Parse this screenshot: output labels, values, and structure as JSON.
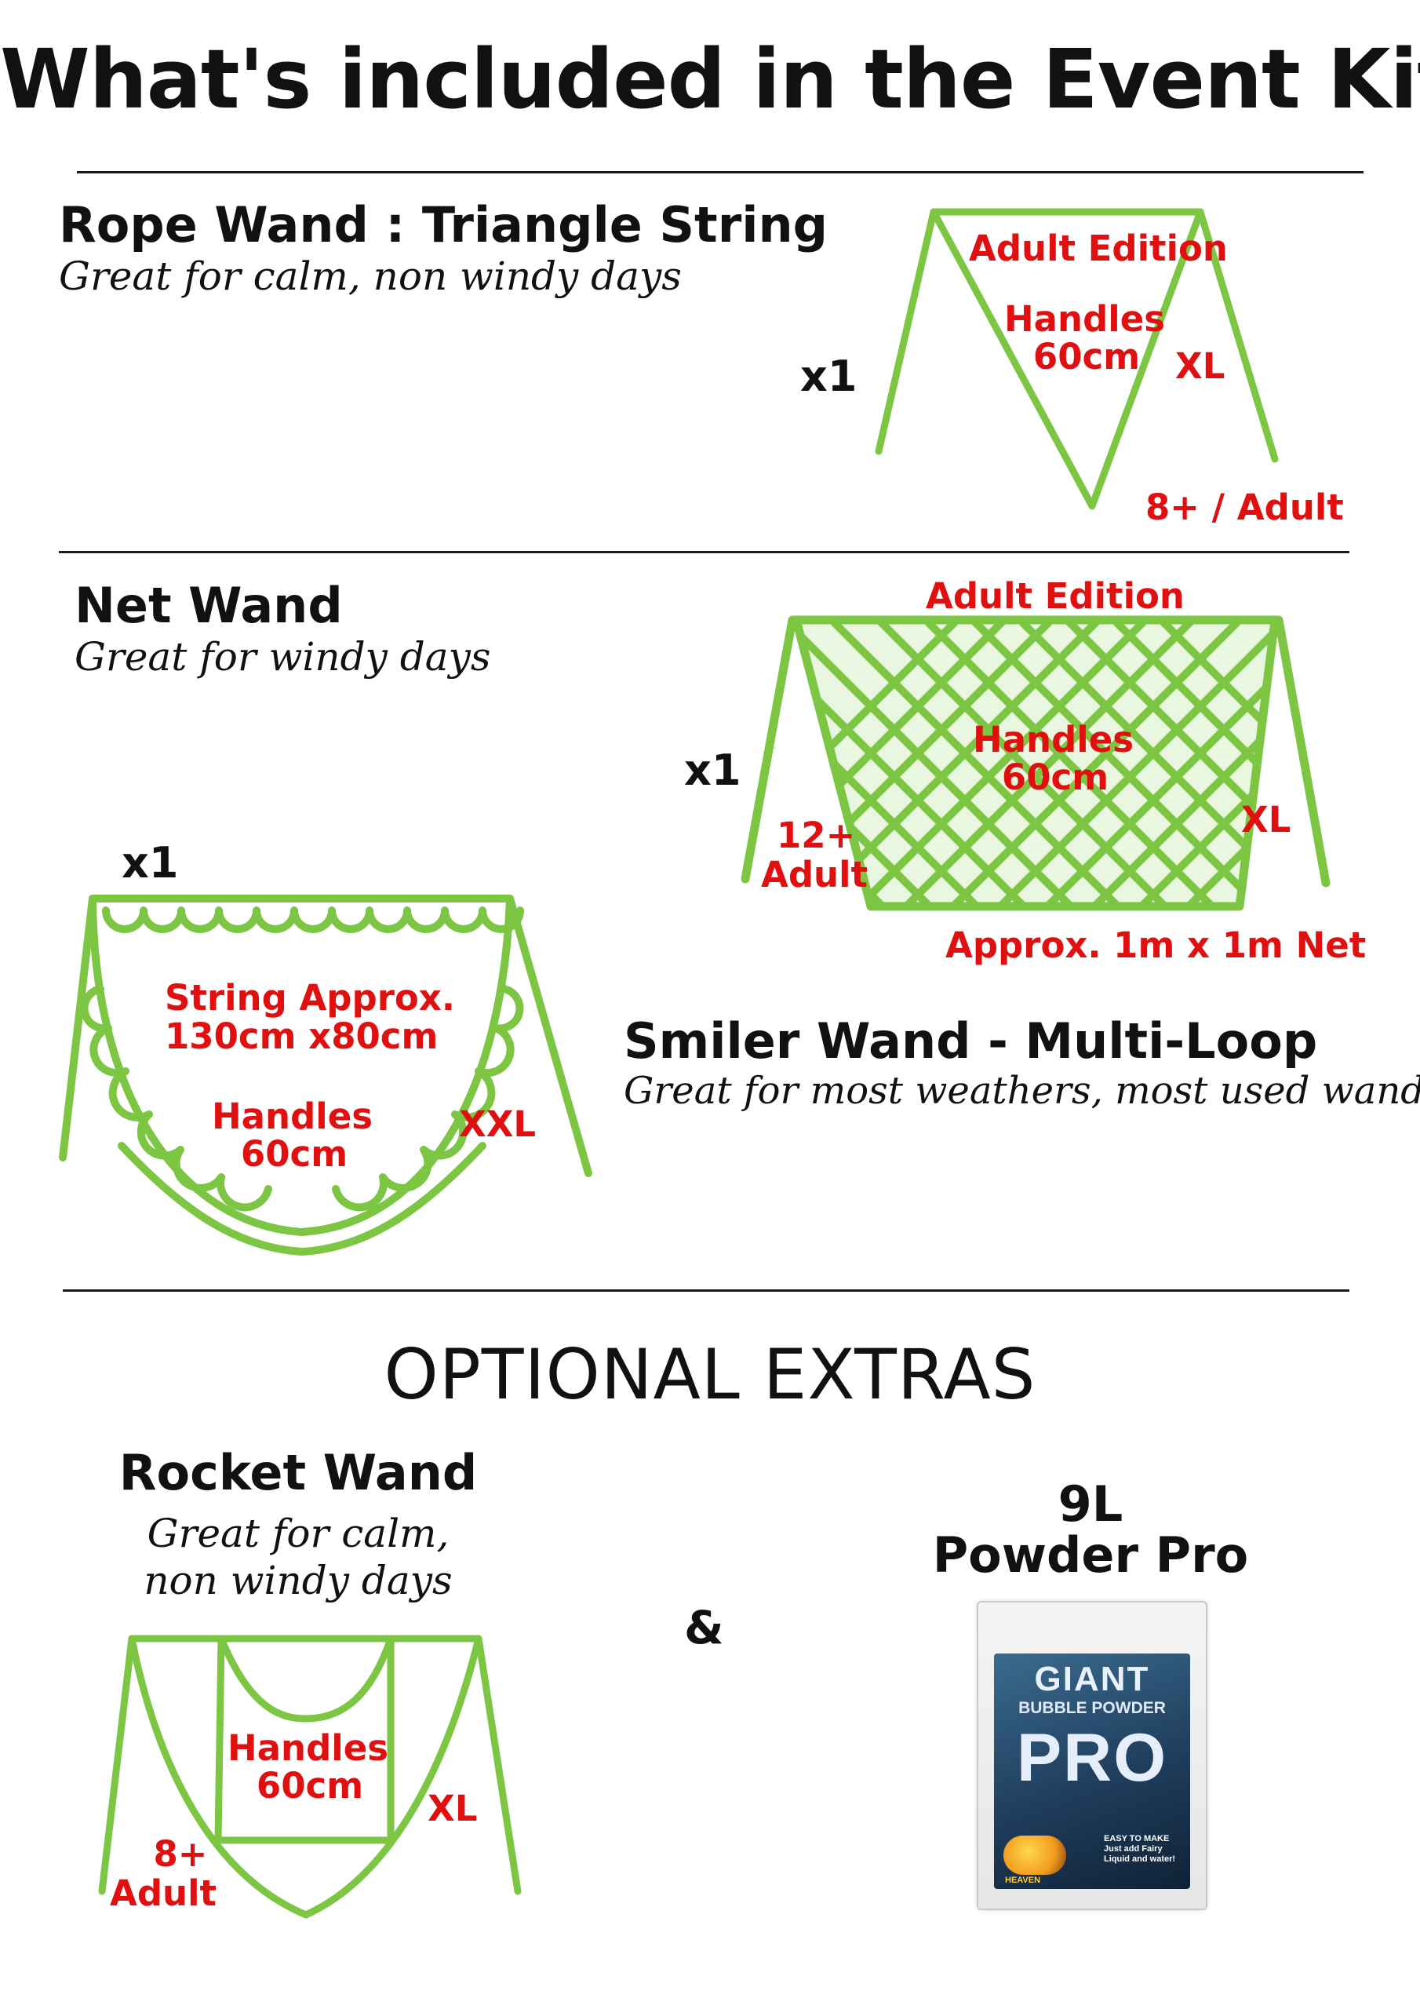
{
  "title": "What's included in the Event Kit",
  "rope_wand": {
    "heading": "Rope Wand : Triangle String",
    "subtitle": "Great for calm, non windy days",
    "quantity": "x1",
    "edition": "Adult Edition",
    "handles_label": "Handles",
    "handles_size": "60cm",
    "size": "XL",
    "age": "8+ / Adult"
  },
  "net_wand": {
    "heading": "Net Wand",
    "subtitle": "Great for windy days",
    "quantity": "x1",
    "edition": "Adult Edition",
    "handles_label": "Handles",
    "handles_size": "60cm",
    "size": "XL",
    "age_line1": "12+",
    "age_line2": "Adult",
    "net_size": "Approx. 1m x 1m Net"
  },
  "smiler_wand": {
    "quantity": "x1",
    "string_line1": "String Approx.",
    "string_line2": "130cm x80cm",
    "handles_label": "Handles",
    "handles_size": "60cm",
    "size": "XXL",
    "heading": "Smiler Wand - Multi-Loop",
    "subtitle": "Great for most weathers, most used wand."
  },
  "optional": {
    "heading": "OPTIONAL EXTRAS",
    "ampersand": "&",
    "rocket_wand": {
      "heading": "Rocket Wand",
      "subtitle_line1": "Great for calm,",
      "subtitle_line2": "non windy days",
      "handles_label": "Handles",
      "handles_size": "60cm",
      "size": "XL",
      "age_line1": "8+",
      "age_line2": "Adult"
    },
    "powder": {
      "heading_line1": "9L",
      "heading_line2": "Powder Pro",
      "package": {
        "brand_top": "GIANT",
        "brand_mid": "BUBBLE POWDER",
        "brand_big": "PRO",
        "note": "EASY TO MAKE Just add Fairy Liquid and water!",
        "logo_text": "HEAVEN"
      }
    }
  },
  "colors": {
    "wand_green": "#7cc644",
    "label_red": "#e01010",
    "text_dark": "#111111"
  }
}
